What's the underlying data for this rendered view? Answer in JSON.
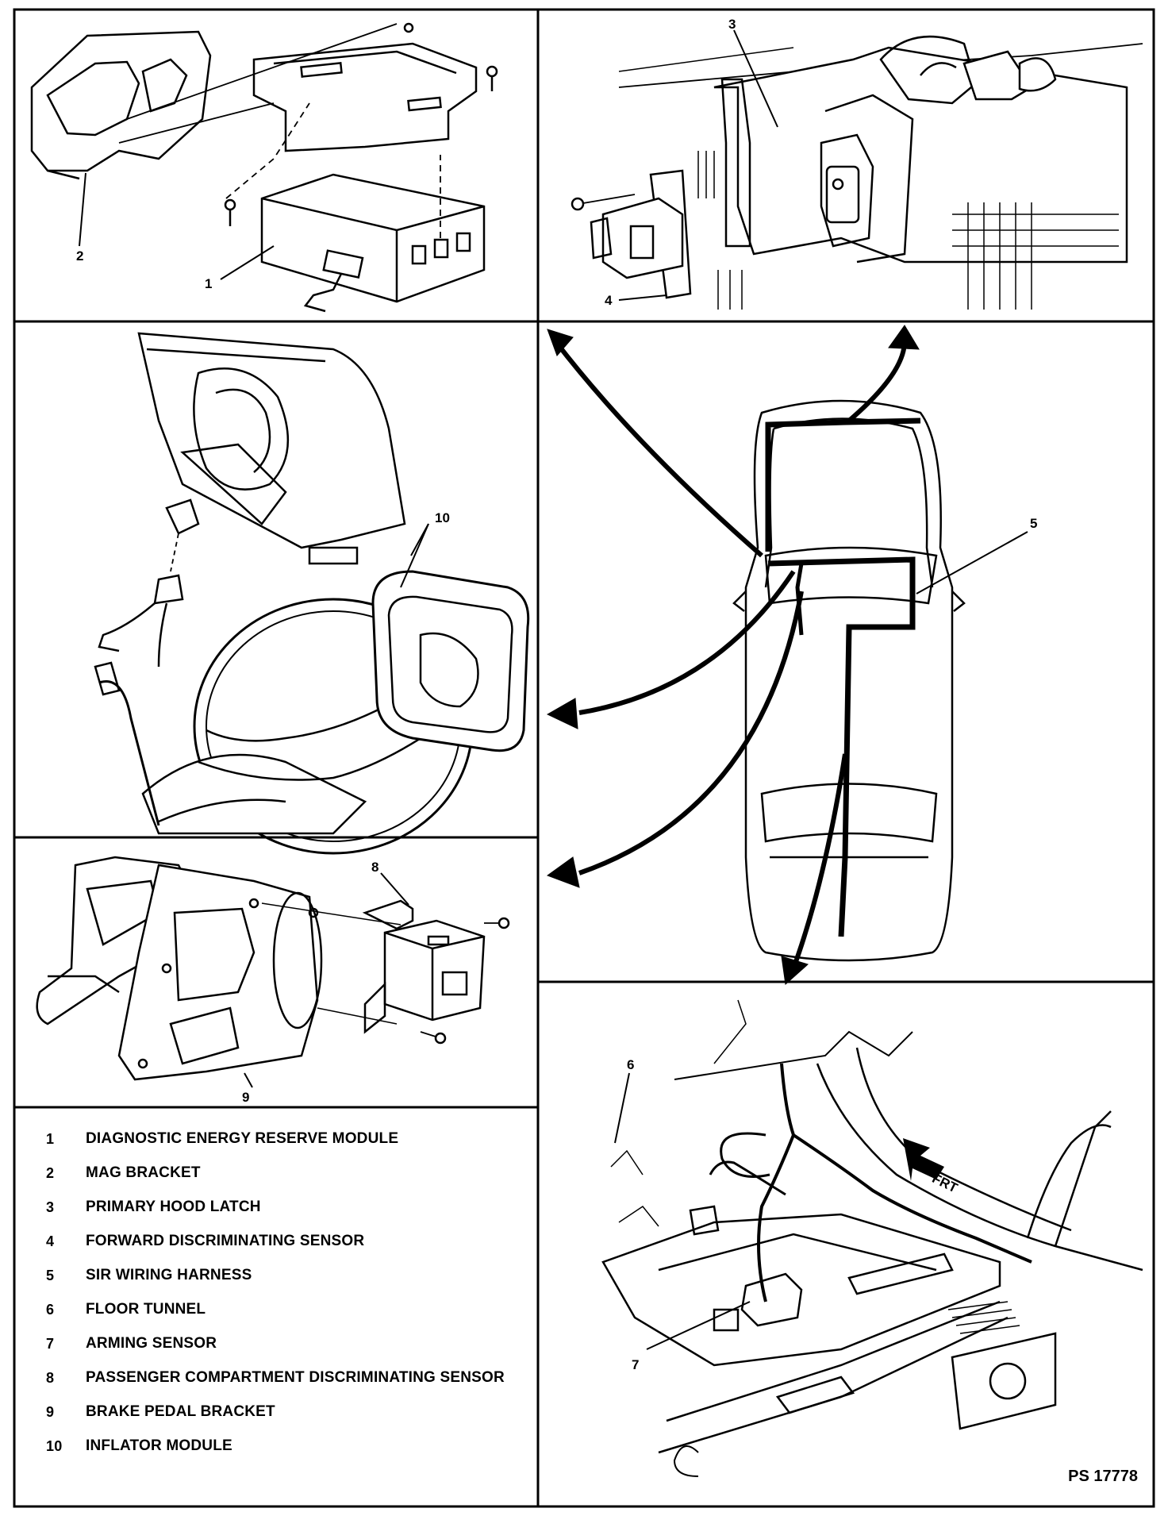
{
  "callouts": {
    "c1": "1",
    "c2": "2",
    "c3": "3",
    "c4": "4",
    "c5": "5",
    "c6": "6",
    "c7": "7",
    "c8": "8",
    "c9": "9",
    "c10": "10"
  },
  "direction_label": "FRT",
  "legend": [
    {
      "num": "1",
      "label": "DIAGNOSTIC ENERGY RESERVE MODULE"
    },
    {
      "num": "2",
      "label": "MAG BRACKET"
    },
    {
      "num": "3",
      "label": "PRIMARY HOOD LATCH"
    },
    {
      "num": "4",
      "label": "FORWARD DISCRIMINATING SENSOR"
    },
    {
      "num": "5",
      "label": "SIR WIRING HARNESS"
    },
    {
      "num": "6",
      "label": "FLOOR TUNNEL"
    },
    {
      "num": "7",
      "label": "ARMING SENSOR"
    },
    {
      "num": "8",
      "label": "PASSENGER COMPARTMENT DISCRIMINATING SENSOR"
    },
    {
      "num": "9",
      "label": "BRAKE PEDAL BRACKET"
    },
    {
      "num": "10",
      "label": "INFLATOR MODULE"
    }
  ],
  "figure_id": "PS 17778"
}
